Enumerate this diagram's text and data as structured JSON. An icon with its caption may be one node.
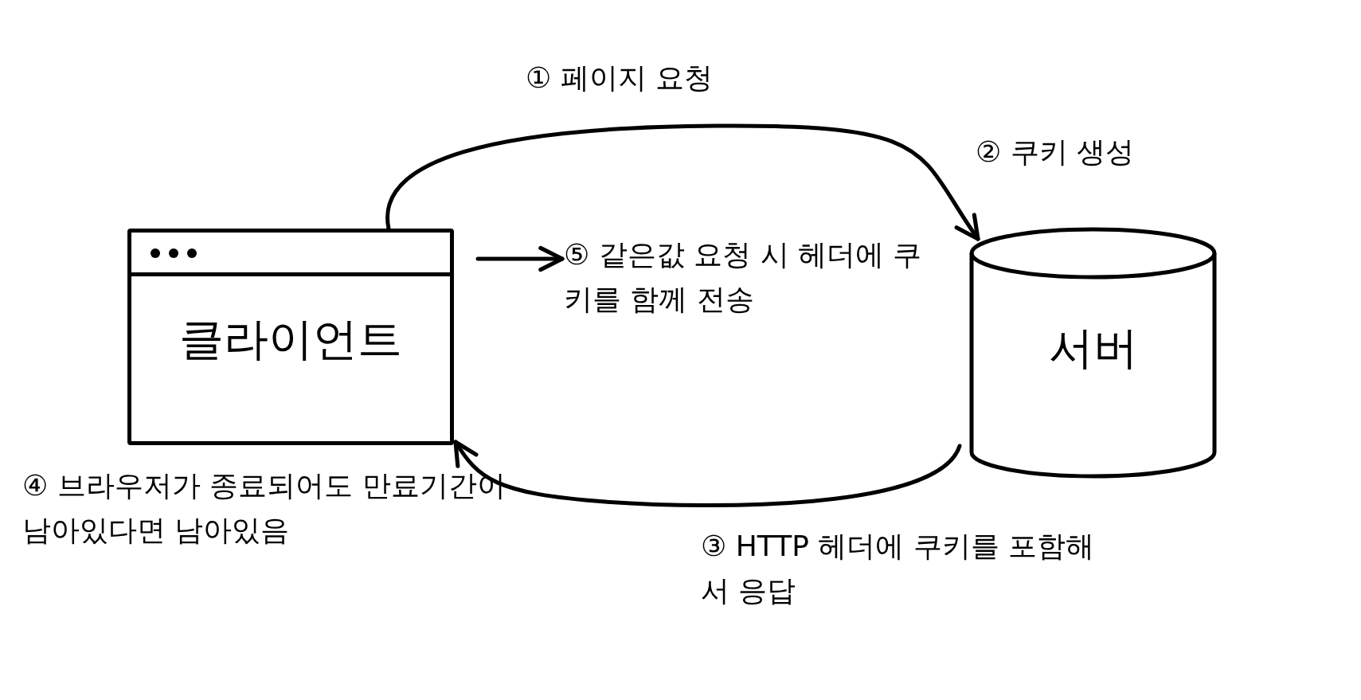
{
  "diagram": {
    "nodes": [
      {
        "text": [
          "클라이언트"
        ]
      },
      {
        "text": [
          "서버"
        ],
        "beside": [
          "② 쿠키 생성"
        ]
      },
      {
        "text": [
          "⑤ 같은값 요청 시 헤더에 쿠키를 함께 전송"
        ]
      }
    ],
    "edges": [
      {
        "from": 0,
        "to": 1,
        "arrow": "to",
        "label": "① 페이지 요청"
      },
      {
        "from": 1,
        "to": 0,
        "arrow": "to",
        "label": "③ HTTP 헤더에 쿠키를 포함해서 응답"
      },
      {
        "from": 0,
        "to": 2,
        "arrow": "to"
      }
    ],
    "labels": [
      "④ 브라우저가 종료되어도 만료기간이 남아있다면 남아있음"
    ]
  }
}
